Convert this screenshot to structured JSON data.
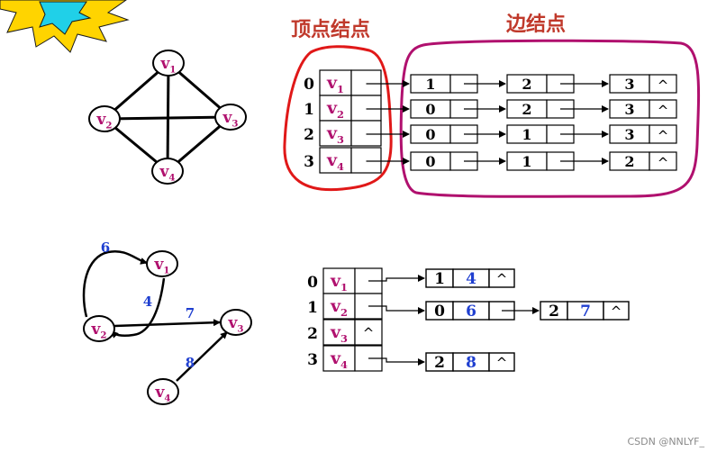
{
  "headings": {
    "vertex_nodes": "顶点结点",
    "edge_nodes": "边结点"
  },
  "watermark": "CSDN @NNLYF_",
  "colors": {
    "vertex_text": "#b0106e",
    "weight_text": "#1f3fd0",
    "red_loop": "#e01818",
    "magenta_loop": "#b0106e",
    "burst_yellow": "#ffd400",
    "burst_cyan": "#20d0e8"
  },
  "graph1": {
    "nodes": [
      {
        "id": "v1",
        "label": "v",
        "sub": "1"
      },
      {
        "id": "v2",
        "label": "v",
        "sub": "2"
      },
      {
        "id": "v3",
        "label": "v",
        "sub": "3"
      },
      {
        "id": "v4",
        "label": "v",
        "sub": "4"
      }
    ],
    "edges": [
      [
        "v1",
        "v2"
      ],
      [
        "v1",
        "v3"
      ],
      [
        "v1",
        "v4"
      ],
      [
        "v2",
        "v3"
      ],
      [
        "v2",
        "v4"
      ],
      [
        "v3",
        "v4"
      ]
    ]
  },
  "adj1": {
    "rows": [
      {
        "index": "0",
        "label": "v",
        "sub": "1",
        "edges": [
          "1",
          "2",
          "3"
        ]
      },
      {
        "index": "1",
        "label": "v",
        "sub": "2",
        "edges": [
          "0",
          "2",
          "3"
        ]
      },
      {
        "index": "2",
        "label": "v",
        "sub": "3",
        "edges": [
          "0",
          "1",
          "3"
        ]
      },
      {
        "index": "3",
        "label": "v",
        "sub": "4",
        "edges": [
          "0",
          "1",
          "2"
        ]
      }
    ],
    "terminator": "^"
  },
  "graph2": {
    "nodes": [
      {
        "id": "v1",
        "label": "v",
        "sub": "1"
      },
      {
        "id": "v2",
        "label": "v",
        "sub": "2"
      },
      {
        "id": "v3",
        "label": "v",
        "sub": "3"
      },
      {
        "id": "v4",
        "label": "v",
        "sub": "4"
      }
    ],
    "edges": [
      {
        "from": "v2",
        "to": "v1",
        "weight": "6"
      },
      {
        "from": "v1",
        "to": "v2",
        "weight": "4"
      },
      {
        "from": "v2",
        "to": "v3",
        "weight": "7"
      },
      {
        "from": "v4",
        "to": "v3",
        "weight": "8"
      }
    ]
  },
  "adj2": {
    "rows": [
      {
        "index": "0",
        "label": "v",
        "sub": "1",
        "nodes": [
          {
            "adj": "1",
            "w": "4"
          }
        ]
      },
      {
        "index": "1",
        "label": "v",
        "sub": "2",
        "nodes": [
          {
            "adj": "0",
            "w": "6"
          },
          {
            "adj": "2",
            "w": "7"
          }
        ]
      },
      {
        "index": "2",
        "label": "v",
        "sub": "3",
        "nodes": []
      },
      {
        "index": "3",
        "label": "v",
        "sub": "4",
        "nodes": [
          {
            "adj": "2",
            "w": "8"
          }
        ]
      }
    ],
    "terminator": "^"
  }
}
